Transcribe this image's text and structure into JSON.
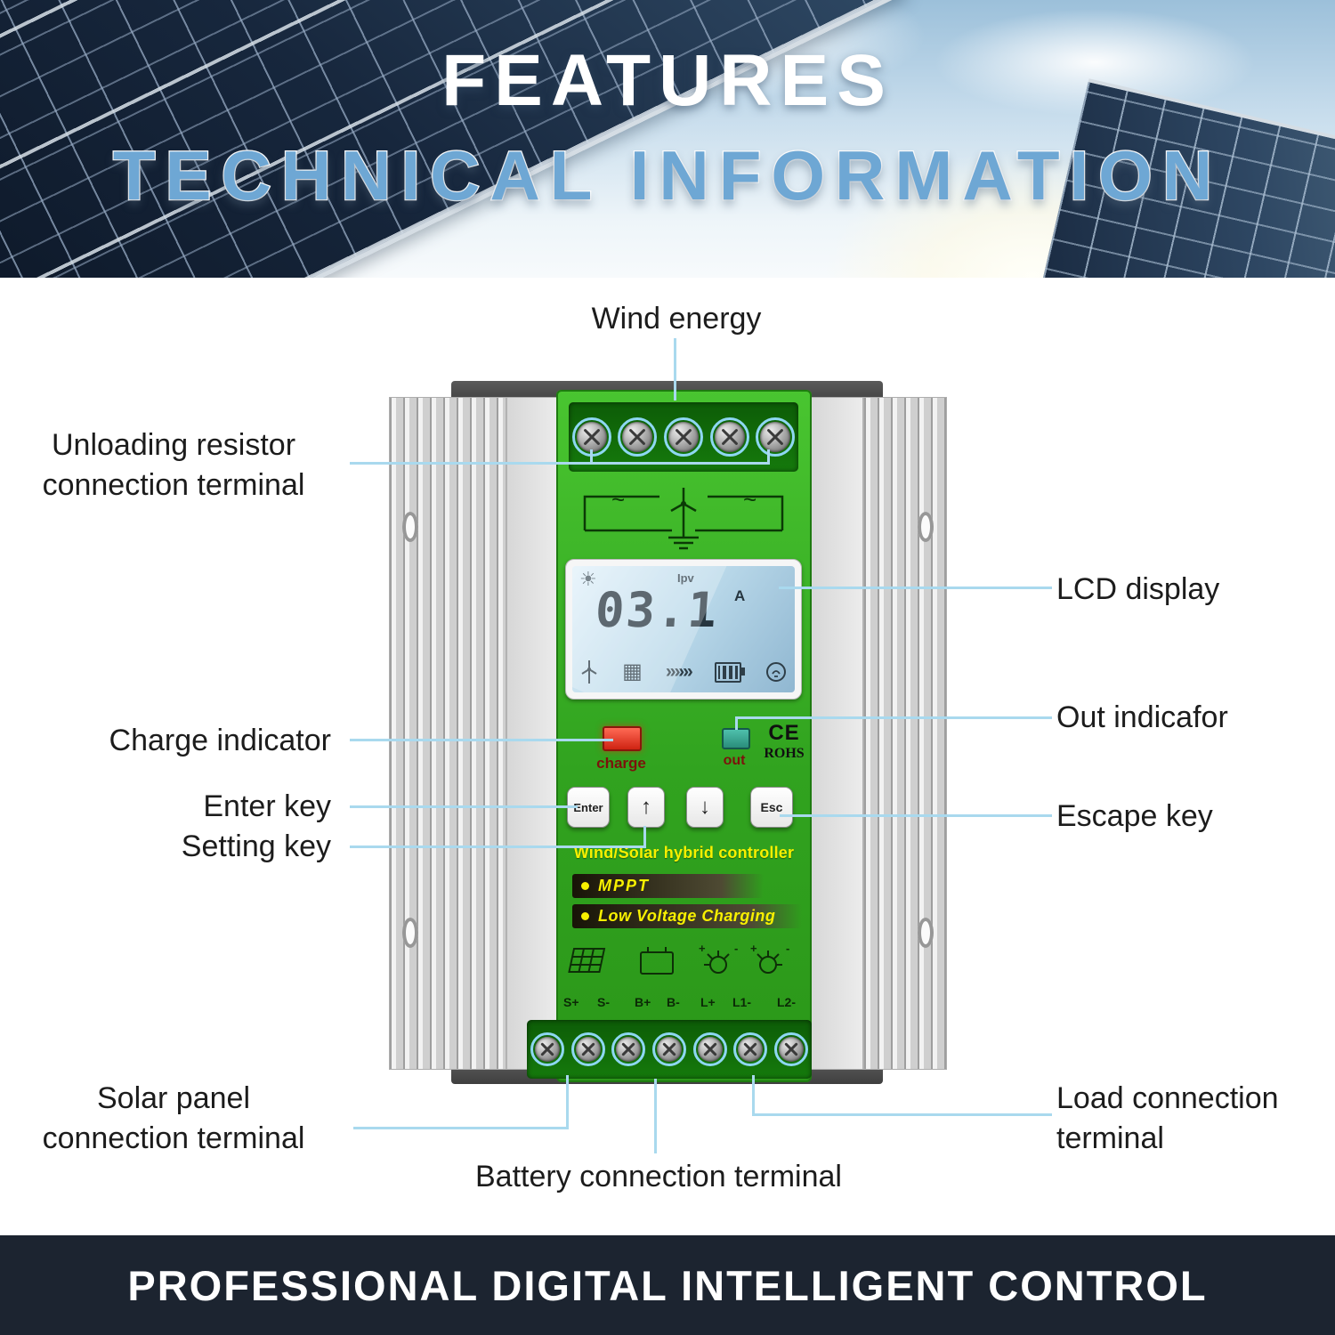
{
  "header": {
    "title_line1": "FEATURES",
    "title_line2": "TECHNICAL INFORMATION"
  },
  "callouts": {
    "wind_energy": "Wind energy",
    "unloading_line1": "Unloading resistor",
    "unloading_line2": "connection terminal",
    "lcd_display": "LCD display",
    "charge_indicator": "Charge indicator",
    "out_indicator": "Out indicafor",
    "enter_key": "Enter key",
    "setting_key": "Setting key",
    "escape_key": "Escape key",
    "solar_line1": "Solar panel",
    "solar_line2": "connection terminal",
    "load_line1": "Load connection",
    "load_line2": "terminal",
    "battery_terminal": "Battery connection terminal"
  },
  "device": {
    "lcd": {
      "channel_label": "Ipv",
      "value": "03.1",
      "unit": "A"
    },
    "indicators": {
      "charge_label": "charge",
      "out_label": "out",
      "ce_mark": "CE",
      "rohs_mark": "ROHS"
    },
    "buttons": {
      "enter": "Enter",
      "up": "↑",
      "down": "↓",
      "esc": "Esc"
    },
    "product_name": "Wind/Solar hybrid controller",
    "feature_badges": [
      "MPPT",
      "Low Voltage Charging"
    ],
    "terminal_labels": [
      "S+",
      "S-",
      "B+",
      "B-",
      "L+",
      "L1-",
      "L2-"
    ]
  },
  "footer": {
    "text": "PROFESSIONAL DIGITAL INTELLIGENT CONTROL"
  },
  "colors": {
    "accent_line": "#a9d9ee",
    "title_blue": "#6ea7d4",
    "device_green": "#31a31f",
    "charge_led": "#cf2312",
    "out_led": "#2a8d7b",
    "footer_bg": "#1c2430"
  }
}
